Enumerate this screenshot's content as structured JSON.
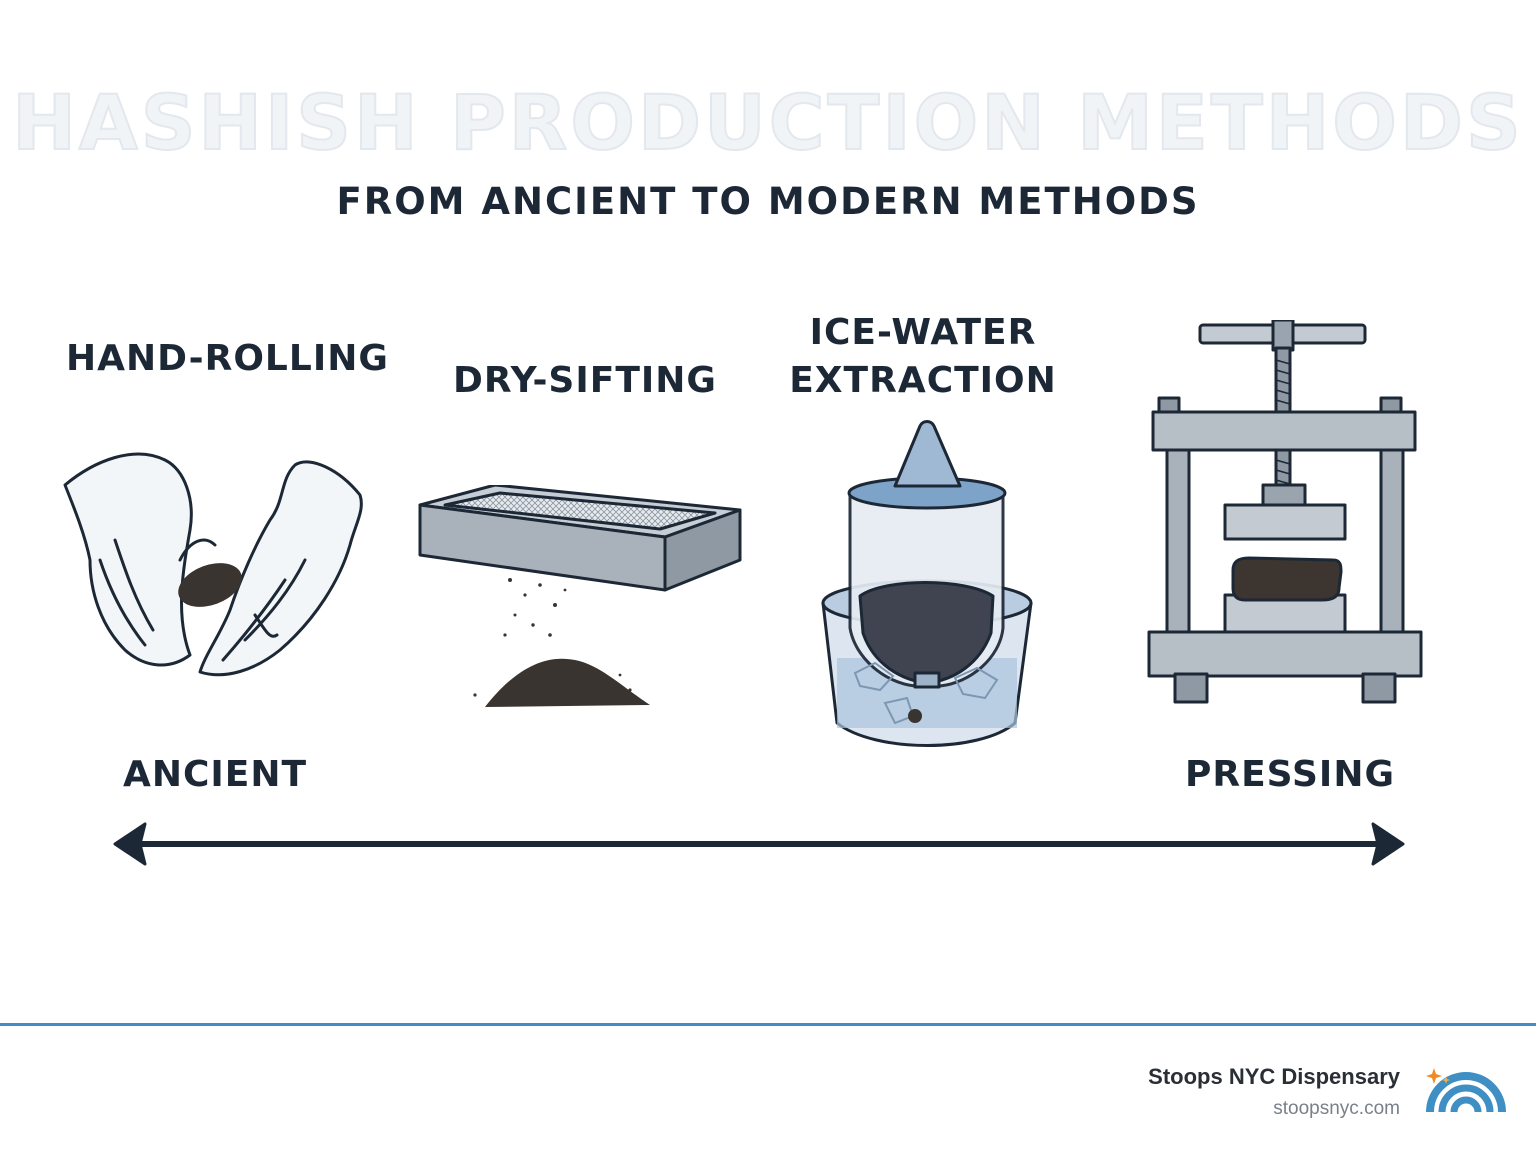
{
  "title": "HASHISH PRODUCTION METHODS",
  "subtitle": "FROM ANCIENT TO MODERN METHODS",
  "methods": {
    "hand_rolling": "HAND-ROLLING",
    "dry_sifting": "DRY-SIFTING",
    "ice_water_line1": "ICE-WATER",
    "ice_water_line2": "EXTRACTION",
    "pressing": "PRESSING"
  },
  "timeline": {
    "start_label": "ANCIENT"
  },
  "footer": {
    "brand_name": "Stoops NYC Dispensary",
    "brand_url": "stoopsnyc.com"
  },
  "icons": [
    "hands-rolling-icon",
    "sifting-screen-icon",
    "ice-water-bucket-icon",
    "hash-press-icon",
    "double-arrow-icon",
    "rainbow-logo-icon"
  ],
  "colors": {
    "text": "#1d2836",
    "accent_line": "#3f8fc4",
    "metal": "#a9b2bb",
    "resin": "#3a3430"
  }
}
